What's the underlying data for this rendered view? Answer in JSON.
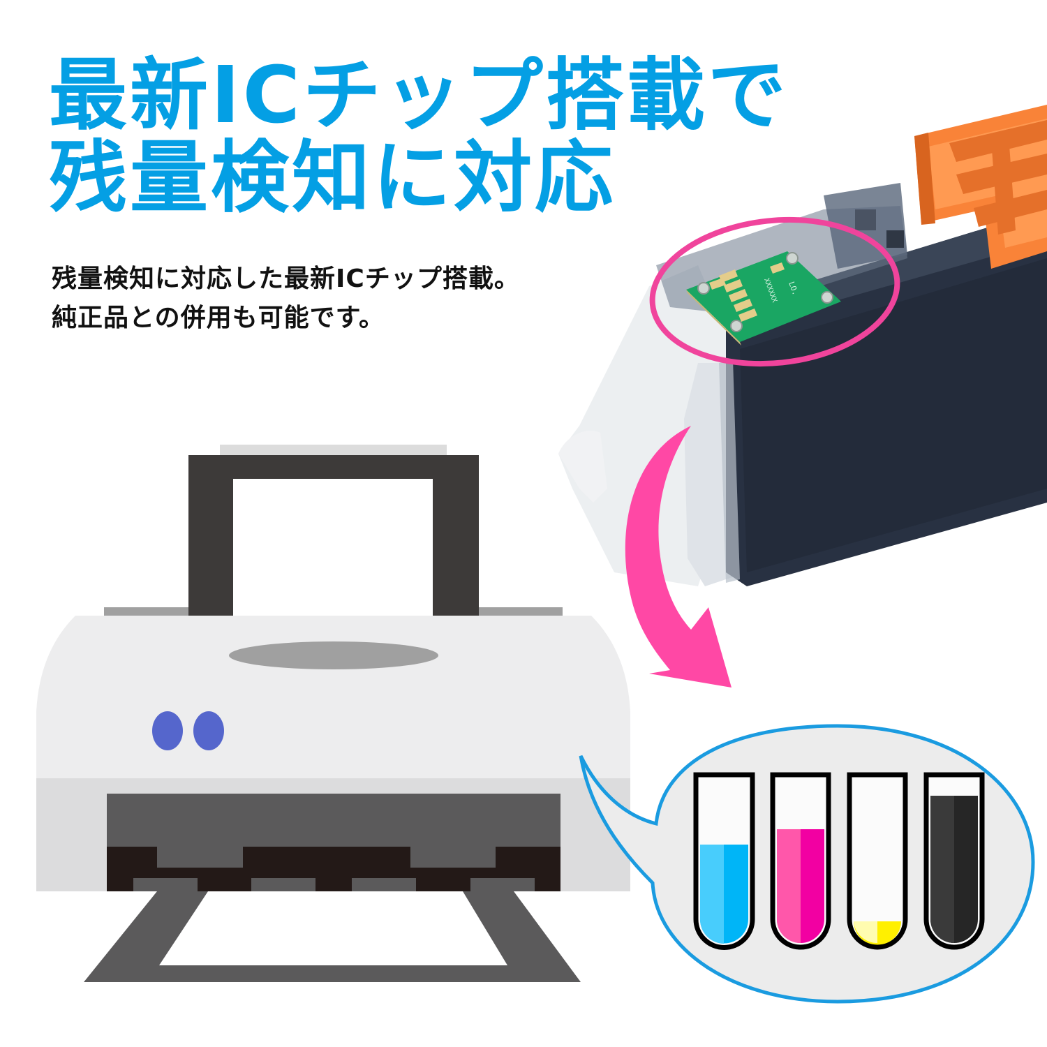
{
  "headline": {
    "line1": "最新ICチップ搭載で",
    "line2": "残量検知に対応",
    "color": "#049fe4"
  },
  "subtext": {
    "line1": "残量検知に対応した最新ICチップ搭載。",
    "line2": "純正品との併用も可能です。"
  },
  "chip_label": {
    "line1": "LO.",
    "line2": "XXXXXX"
  },
  "colors": {
    "highlight_ring": "#f0449c",
    "arrow": "#ff48a5",
    "bubble_outline": "#1a9be0",
    "cartridge_body": "#2b3444",
    "cartridge_clip": "#f98338",
    "chip_green": "#1aa663",
    "printer_body": "#ededee",
    "printer_dark": "#3d3a39",
    "printer_buttons": "#5566cc"
  },
  "ink_levels": [
    {
      "name": "cyan",
      "level_pct": 58,
      "light": "#48cdfc",
      "dark": "#00b5f7"
    },
    {
      "name": "magenta",
      "level_pct": 67,
      "light": "#ff57aa",
      "dark": "#f200a2"
    },
    {
      "name": "yellow",
      "level_pct": 14,
      "light": "#fffcb0",
      "dark": "#fff000"
    },
    {
      "name": "black",
      "level_pct": 91,
      "light": "#3a3a3a",
      "dark": "#262626"
    }
  ]
}
